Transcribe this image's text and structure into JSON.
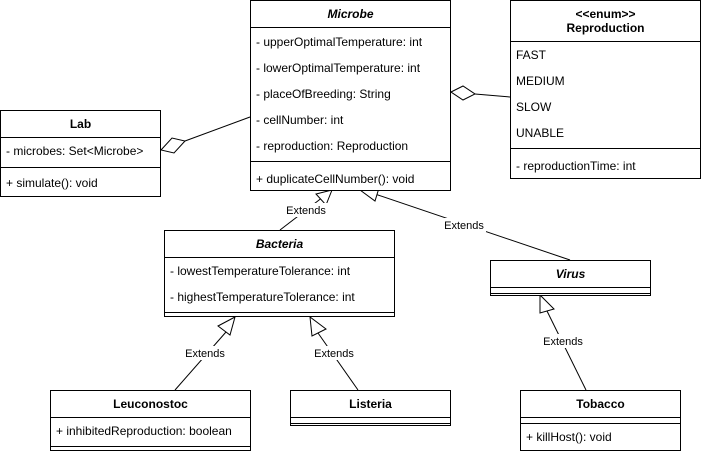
{
  "classes": {
    "microbe": {
      "name": "Microbe",
      "attributes": [
        "- upperOptimalTemperature: int",
        "- lowerOptimalTemperature: int",
        "- placeOfBreeding: String",
        "- cellNumber: int",
        "- reproduction: Reproduction"
      ],
      "methods": [
        "+ duplicateCellNumber(): void"
      ]
    },
    "reproduction": {
      "stereotype": "<<enum>>",
      "name": "Reproduction",
      "values": [
        "FAST",
        "MEDIUM",
        "SLOW",
        "UNABLE"
      ],
      "attributes": [
        "- reproductionTime: int"
      ]
    },
    "lab": {
      "name": "Lab",
      "attributes": [
        "- microbes: Set<Microbe>"
      ],
      "methods": [
        "+ simulate(): void"
      ]
    },
    "bacteria": {
      "name": "Bacteria",
      "attributes": [
        "- lowestTemperatureTolerance: int",
        "- highestTemperatureTolerance: int"
      ]
    },
    "virus": {
      "name": "Virus"
    },
    "leuconostoc": {
      "name": "Leuconostoc",
      "attributes": [
        "+ inhibitedReproduction: boolean"
      ]
    },
    "listeria": {
      "name": "Listeria"
    },
    "tobacco": {
      "name": "Tobacco",
      "methods": [
        "+ killHost(): void"
      ]
    }
  },
  "relations": {
    "extends_label": "Extends"
  }
}
